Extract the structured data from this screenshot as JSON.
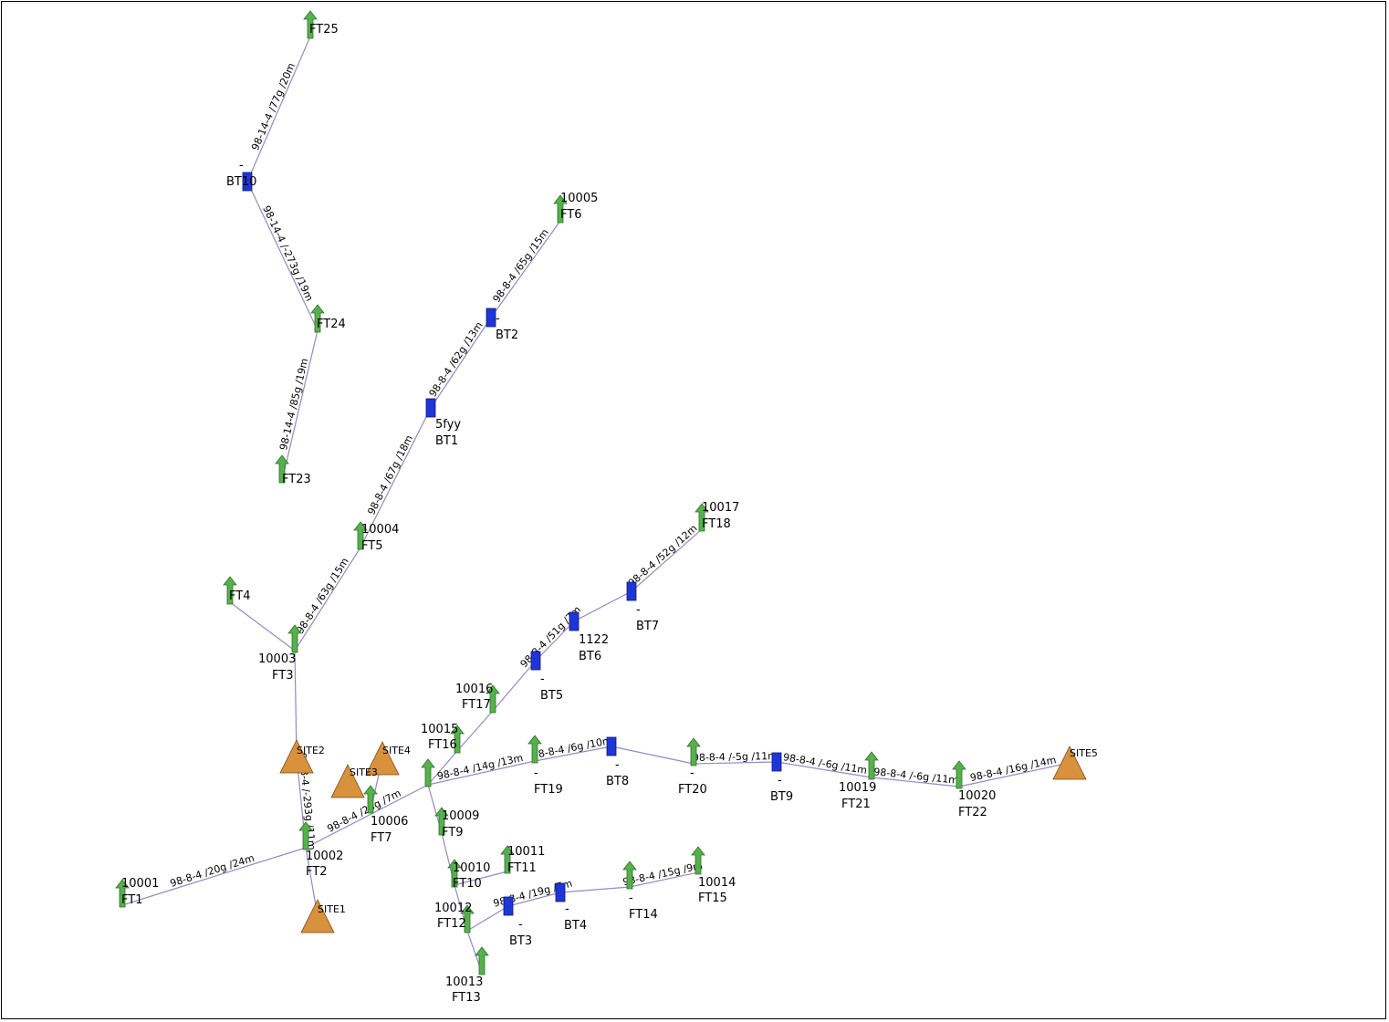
{
  "colors": {
    "edge": "#9489c8",
    "flow_tower_fill": "#56b14c",
    "flow_tower_stroke": "#2f6f2a",
    "bt_fill": "#1f35d6",
    "bt_stroke": "#0c1880",
    "site_fill": "#d8913c",
    "site_stroke": "#7a4a14",
    "frame": "#000000"
  },
  "node_types": {
    "FT": "flow-tower-arrow-icon",
    "BT": "blue-box-icon",
    "SITE": "triangle-site-icon"
  },
  "nodes": [
    {
      "id": "FT25",
      "type": "FT",
      "name": "FT25",
      "code": ""
    },
    {
      "id": "BT10",
      "type": "BT",
      "name": "BT10",
      "code": "-"
    },
    {
      "id": "FT24",
      "type": "FT",
      "name": "FT24",
      "code": ""
    },
    {
      "id": "FT23",
      "type": "FT",
      "name": "FT23",
      "code": ""
    },
    {
      "id": "FT6",
      "type": "FT",
      "name": "FT6",
      "code": "10005"
    },
    {
      "id": "BT2",
      "type": "BT",
      "name": "BT2",
      "code": "-"
    },
    {
      "id": "BT1",
      "type": "BT",
      "name": "BT1",
      "code": "5fyy"
    },
    {
      "id": "FT5",
      "type": "FT",
      "name": "FT5",
      "code": "10004"
    },
    {
      "id": "FT4",
      "type": "FT",
      "name": "FT4",
      "code": ""
    },
    {
      "id": "FT3",
      "type": "FT",
      "name": "FT3",
      "code": "10003"
    },
    {
      "id": "FT18",
      "type": "FT",
      "name": "FT18",
      "code": "10017"
    },
    {
      "id": "BT7",
      "type": "BT",
      "name": "BT7",
      "code": "-"
    },
    {
      "id": "BT6",
      "type": "BT",
      "name": "BT6",
      "code": "1122"
    },
    {
      "id": "BT5",
      "type": "BT",
      "name": "BT5",
      "code": "-"
    },
    {
      "id": "FT17",
      "type": "FT",
      "name": "FT17",
      "code": "10016"
    },
    {
      "id": "FT16",
      "type": "FT",
      "name": "FT16",
      "code": "10015"
    },
    {
      "id": "SITE2",
      "type": "SITE",
      "name": "SITE2",
      "code": ""
    },
    {
      "id": "SITE4",
      "type": "SITE",
      "name": "SITE4",
      "code": ""
    },
    {
      "id": "SITE3",
      "type": "SITE",
      "name": "SITE3",
      "code": ""
    },
    {
      "id": "FT7",
      "type": "FT",
      "name": "FT7",
      "code": "10006"
    },
    {
      "id": "FT8",
      "type": "FT",
      "name": "",
      "code": ""
    },
    {
      "id": "FT19",
      "type": "FT",
      "name": "FT19",
      "code": "-"
    },
    {
      "id": "BT8",
      "type": "BT",
      "name": "BT8",
      "code": "-"
    },
    {
      "id": "FT20",
      "type": "FT",
      "name": "FT20",
      "code": "-"
    },
    {
      "id": "BT9",
      "type": "BT",
      "name": "BT9",
      "code": "-"
    },
    {
      "id": "FT21",
      "type": "FT",
      "name": "FT21",
      "code": "10019"
    },
    {
      "id": "FT22",
      "type": "FT",
      "name": "FT22",
      "code": "10020"
    },
    {
      "id": "SITE5",
      "type": "SITE",
      "name": "SITE5",
      "code": ""
    },
    {
      "id": "FT9",
      "type": "FT",
      "name": "FT9",
      "code": "10009"
    },
    {
      "id": "FT10",
      "type": "FT",
      "name": "FT10",
      "code": "10010"
    },
    {
      "id": "FT11",
      "type": "FT",
      "name": "FT11",
      "code": "10011"
    },
    {
      "id": "FT12",
      "type": "FT",
      "name": "FT12",
      "code": "10012"
    },
    {
      "id": "FT13",
      "type": "FT",
      "name": "FT13",
      "code": "10013"
    },
    {
      "id": "BT3",
      "type": "BT",
      "name": "BT3",
      "code": "-"
    },
    {
      "id": "BT4",
      "type": "BT",
      "name": "BT4",
      "code": "-"
    },
    {
      "id": "FT14",
      "type": "FT",
      "name": "FT14",
      "code": "-"
    },
    {
      "id": "FT15",
      "type": "FT",
      "name": "FT15",
      "code": "10014"
    },
    {
      "id": "FT2",
      "type": "FT",
      "name": "FT2",
      "code": "10002"
    },
    {
      "id": "FT1",
      "type": "FT",
      "name": "FT1",
      "code": "10001"
    },
    {
      "id": "SITE1",
      "type": "SITE",
      "name": "SITE1",
      "code": ""
    }
  ],
  "edges": [
    {
      "from": "FT25",
      "to": "BT10",
      "label": "98-14-4 /77g /20m"
    },
    {
      "from": "BT10",
      "to": "FT24",
      "label": "98-14-4 /-273g /19m"
    },
    {
      "from": "FT24",
      "to": "FT23",
      "label": "98-14-4 /85g /19m"
    },
    {
      "from": "FT6",
      "to": "BT2",
      "label": "98-8-4 /65g /15m"
    },
    {
      "from": "BT2",
      "to": "BT1",
      "label": "98-8-4 /62g /13m"
    },
    {
      "from": "BT1",
      "to": "FT5",
      "label": "98-8-4 /67g /18m"
    },
    {
      "from": "FT5",
      "to": "FT3",
      "label": "98-8-4 /63g /15m"
    },
    {
      "from": "FT4",
      "to": "FT3",
      "label": ""
    },
    {
      "from": "FT3",
      "to": "SITE2",
      "label": ""
    },
    {
      "from": "SITE2",
      "to": "FT2",
      "label": "98-8-4 /-293g /11m"
    },
    {
      "from": "FT2",
      "to": "SITE1",
      "label": ""
    },
    {
      "from": "FT1",
      "to": "FT2",
      "label": "98-8-4 /20g /24m"
    },
    {
      "from": "FT2",
      "to": "FT8",
      "label": "98-8-4 /25g /7m"
    },
    {
      "from": "FT7",
      "to": "SITE4",
      "label": ""
    },
    {
      "from": "FT8",
      "to": "FT16",
      "label": ""
    },
    {
      "from": "FT16",
      "to": "FT17",
      "label": ""
    },
    {
      "from": "FT17",
      "to": "BT5",
      "label": ""
    },
    {
      "from": "BT5",
      "to": "BT6",
      "label": "98-8-4 /51g /7m"
    },
    {
      "from": "BT6",
      "to": "BT7",
      "label": ""
    },
    {
      "from": "BT7",
      "to": "FT18",
      "label": "98-8-4 /52g /12m"
    },
    {
      "from": "FT8",
      "to": "FT19",
      "label": "98-8-4 /14g /13m"
    },
    {
      "from": "FT19",
      "to": "BT8",
      "label": "98-8-4 /6g /10m"
    },
    {
      "from": "BT8",
      "to": "FT20",
      "label": ""
    },
    {
      "from": "FT20",
      "to": "BT9",
      "label": "98-8-4 /-5g /11m"
    },
    {
      "from": "BT9",
      "to": "FT21",
      "label": "98-8-4 /-6g /11m"
    },
    {
      "from": "FT21",
      "to": "FT22",
      "label": "98-8-4 /-6g /11m"
    },
    {
      "from": "FT22",
      "to": "SITE5",
      "label": "98-8-4 /16g /14m"
    },
    {
      "from": "FT8",
      "to": "FT9",
      "label": ""
    },
    {
      "from": "FT9",
      "to": "FT10",
      "label": ""
    },
    {
      "from": "FT10",
      "to": "FT11",
      "label": ""
    },
    {
      "from": "FT10",
      "to": "FT12",
      "label": ""
    },
    {
      "from": "FT12",
      "to": "FT13",
      "label": ""
    },
    {
      "from": "FT12",
      "to": "BT3",
      "label": ""
    },
    {
      "from": "BT3",
      "to": "BT4",
      "label": "98-8-4 /19g /7m"
    },
    {
      "from": "BT4",
      "to": "FT14",
      "label": ""
    },
    {
      "from": "FT14",
      "to": "FT15",
      "label": "98-8-4 /15g /9m"
    }
  ]
}
